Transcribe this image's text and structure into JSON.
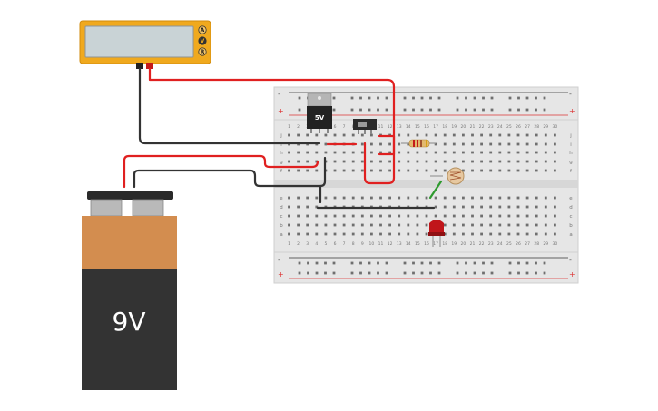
{
  "multimeter": {
    "buttons": [
      {
        "label": "A"
      },
      {
        "label": "V"
      },
      {
        "label": "R"
      }
    ],
    "selected": "V",
    "display_value": "",
    "colors": {
      "body": "#f0a91e",
      "display": "#c9d3d6"
    }
  },
  "battery": {
    "label": "9V",
    "colors": {
      "top": "#d38d4f",
      "bottom": "#333333"
    }
  },
  "regulator": {
    "label": "5V"
  },
  "breadboard": {
    "columns": [
      "1",
      "2",
      "3",
      "4",
      "5",
      "6",
      "7",
      "8",
      "9",
      "10",
      "11",
      "12",
      "13",
      "14",
      "15",
      "16",
      "17",
      "18",
      "19",
      "20",
      "21",
      "22",
      "23",
      "24",
      "25",
      "26",
      "27",
      "28",
      "29",
      "30"
    ],
    "rows_top": [
      "j",
      "i",
      "h",
      "g",
      "f"
    ],
    "rows_bottom": [
      "e",
      "d",
      "c",
      "b",
      "a"
    ],
    "rail_minus": "-",
    "rail_plus": "+"
  },
  "components": [
    {
      "type": "slide-switch"
    },
    {
      "type": "resistor"
    },
    {
      "type": "photoresistor"
    },
    {
      "type": "led",
      "color": "#c0151a"
    }
  ],
  "wire_colors": {
    "red": "#e02020",
    "black": "#333333",
    "green": "#2e9a2e"
  }
}
